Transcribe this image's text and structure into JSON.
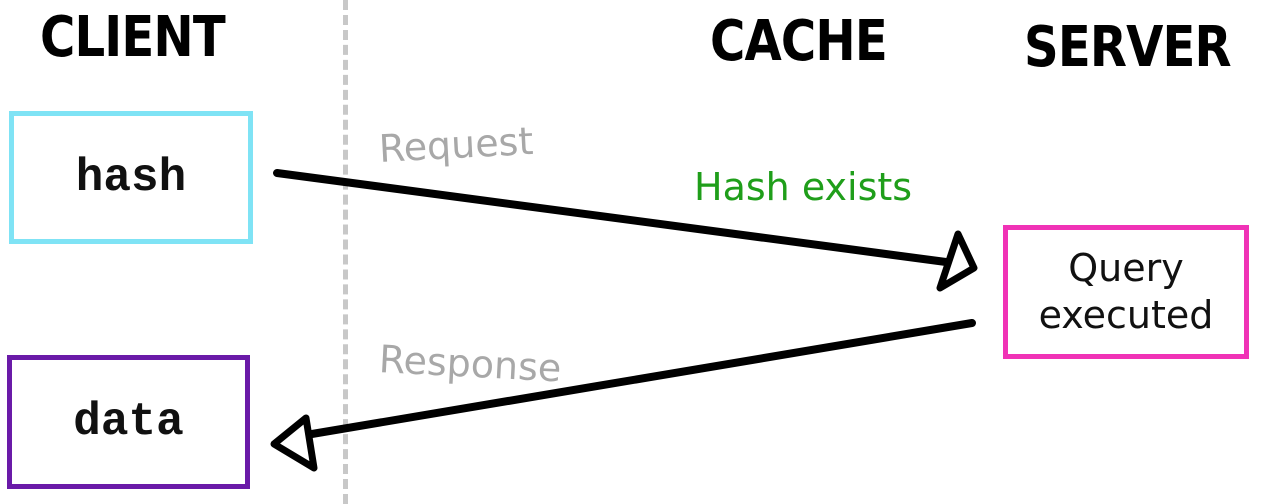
{
  "columns": {
    "client": "CLIENT",
    "cache": "CACHE",
    "server": "SERVER"
  },
  "boxes": {
    "hash": "hash",
    "data": "data",
    "query_line1": "Query",
    "query_line2": "executed"
  },
  "arrows": {
    "request": "Request",
    "hash_exists": "Hash exists",
    "response": "Response"
  },
  "colors": {
    "hash_border": "#7fe3f5",
    "data_border": "#6a1aa8",
    "query_border": "#f032b6",
    "hash_exists_text": "#1f9e1a",
    "arrow_label_text": "#a8a8a8",
    "divider": "#c8c8c8"
  }
}
